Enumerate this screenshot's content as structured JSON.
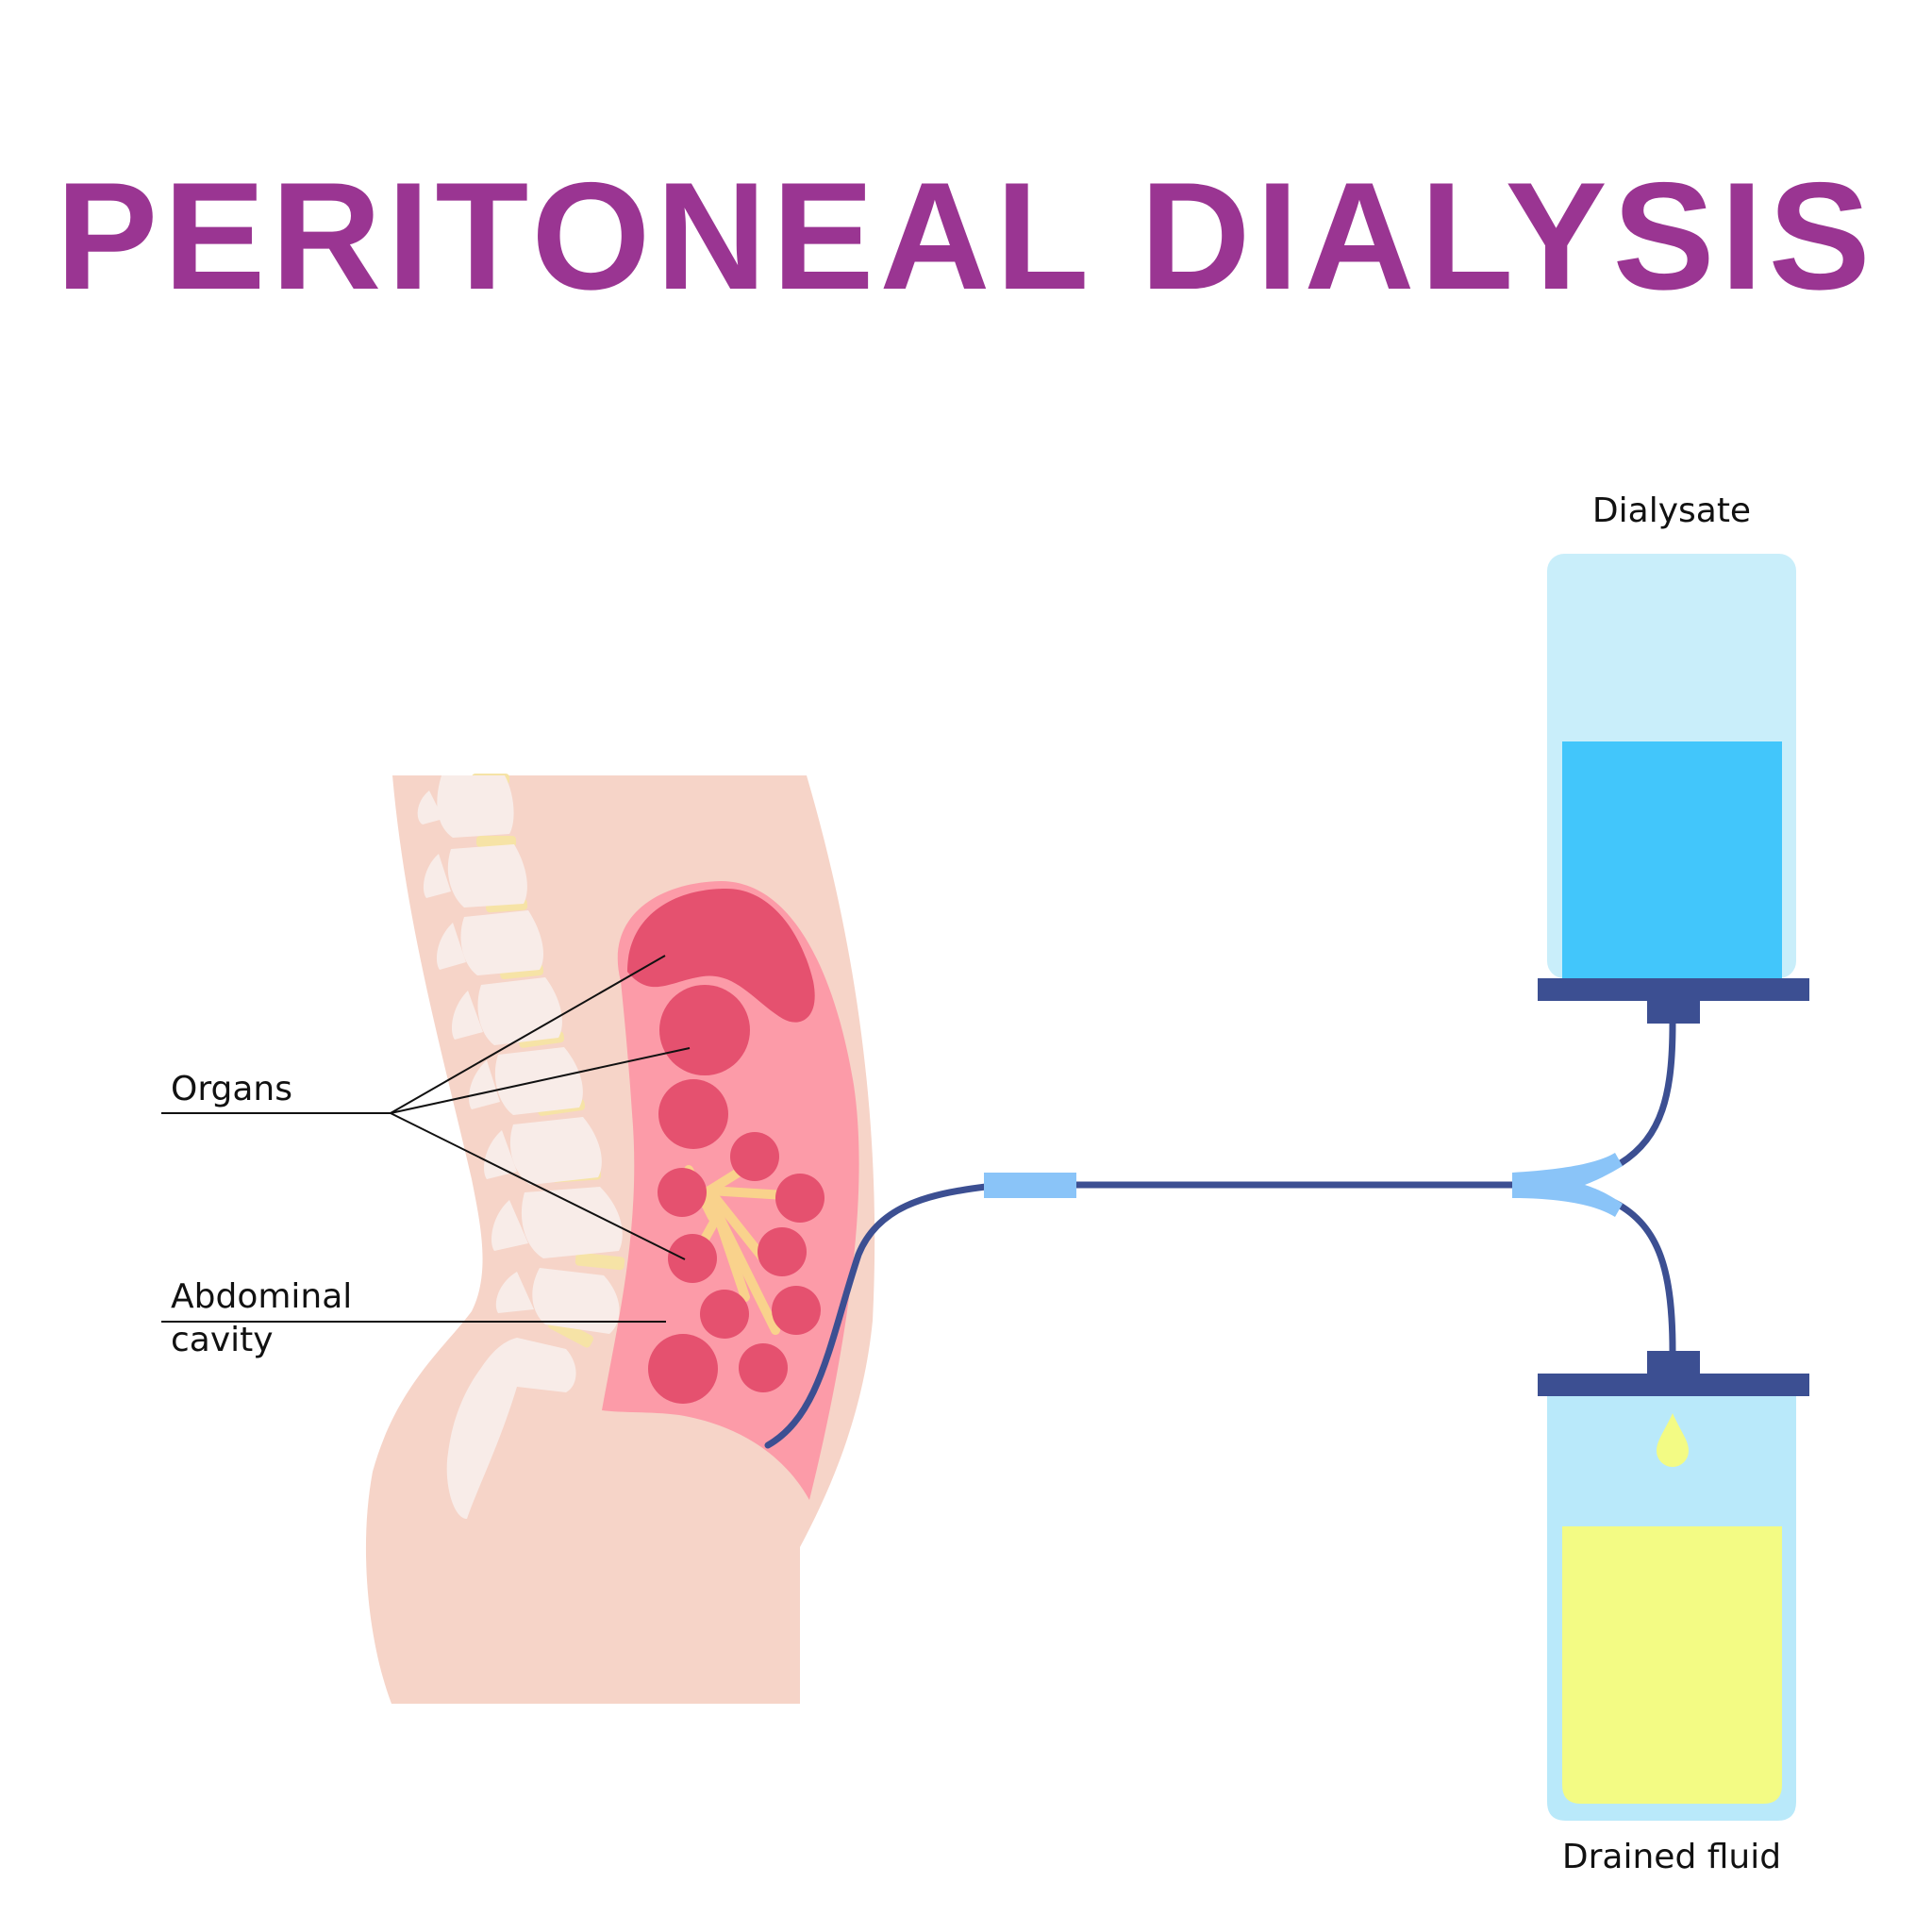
{
  "title": "PERITONEAL DIALYSIS",
  "labels": {
    "organs": "Organs",
    "abdominal_cavity_line1": "Abdominal",
    "abdominal_cavity_line2": "cavity",
    "dialysate": "Dialysate",
    "drained_fluid": "Drained fluid"
  },
  "colors": {
    "title": "#9a3592",
    "skin": "#f6d4c8",
    "spine_bone": "#f8ece8",
    "spine_disc": "#f6e3a6",
    "cavity": "#fc9ba8",
    "organ": "#e5516f",
    "vessel": "#f9d28c",
    "tube": "#3c4f92",
    "connector": "#8ac4f8",
    "bag_dialysate": "#c9eefa",
    "dialysate_fluid": "#42c6fb",
    "bag_drained": "#b9e9fa",
    "drained_fluid": "#f3fb84",
    "leader_line": "#111111"
  }
}
